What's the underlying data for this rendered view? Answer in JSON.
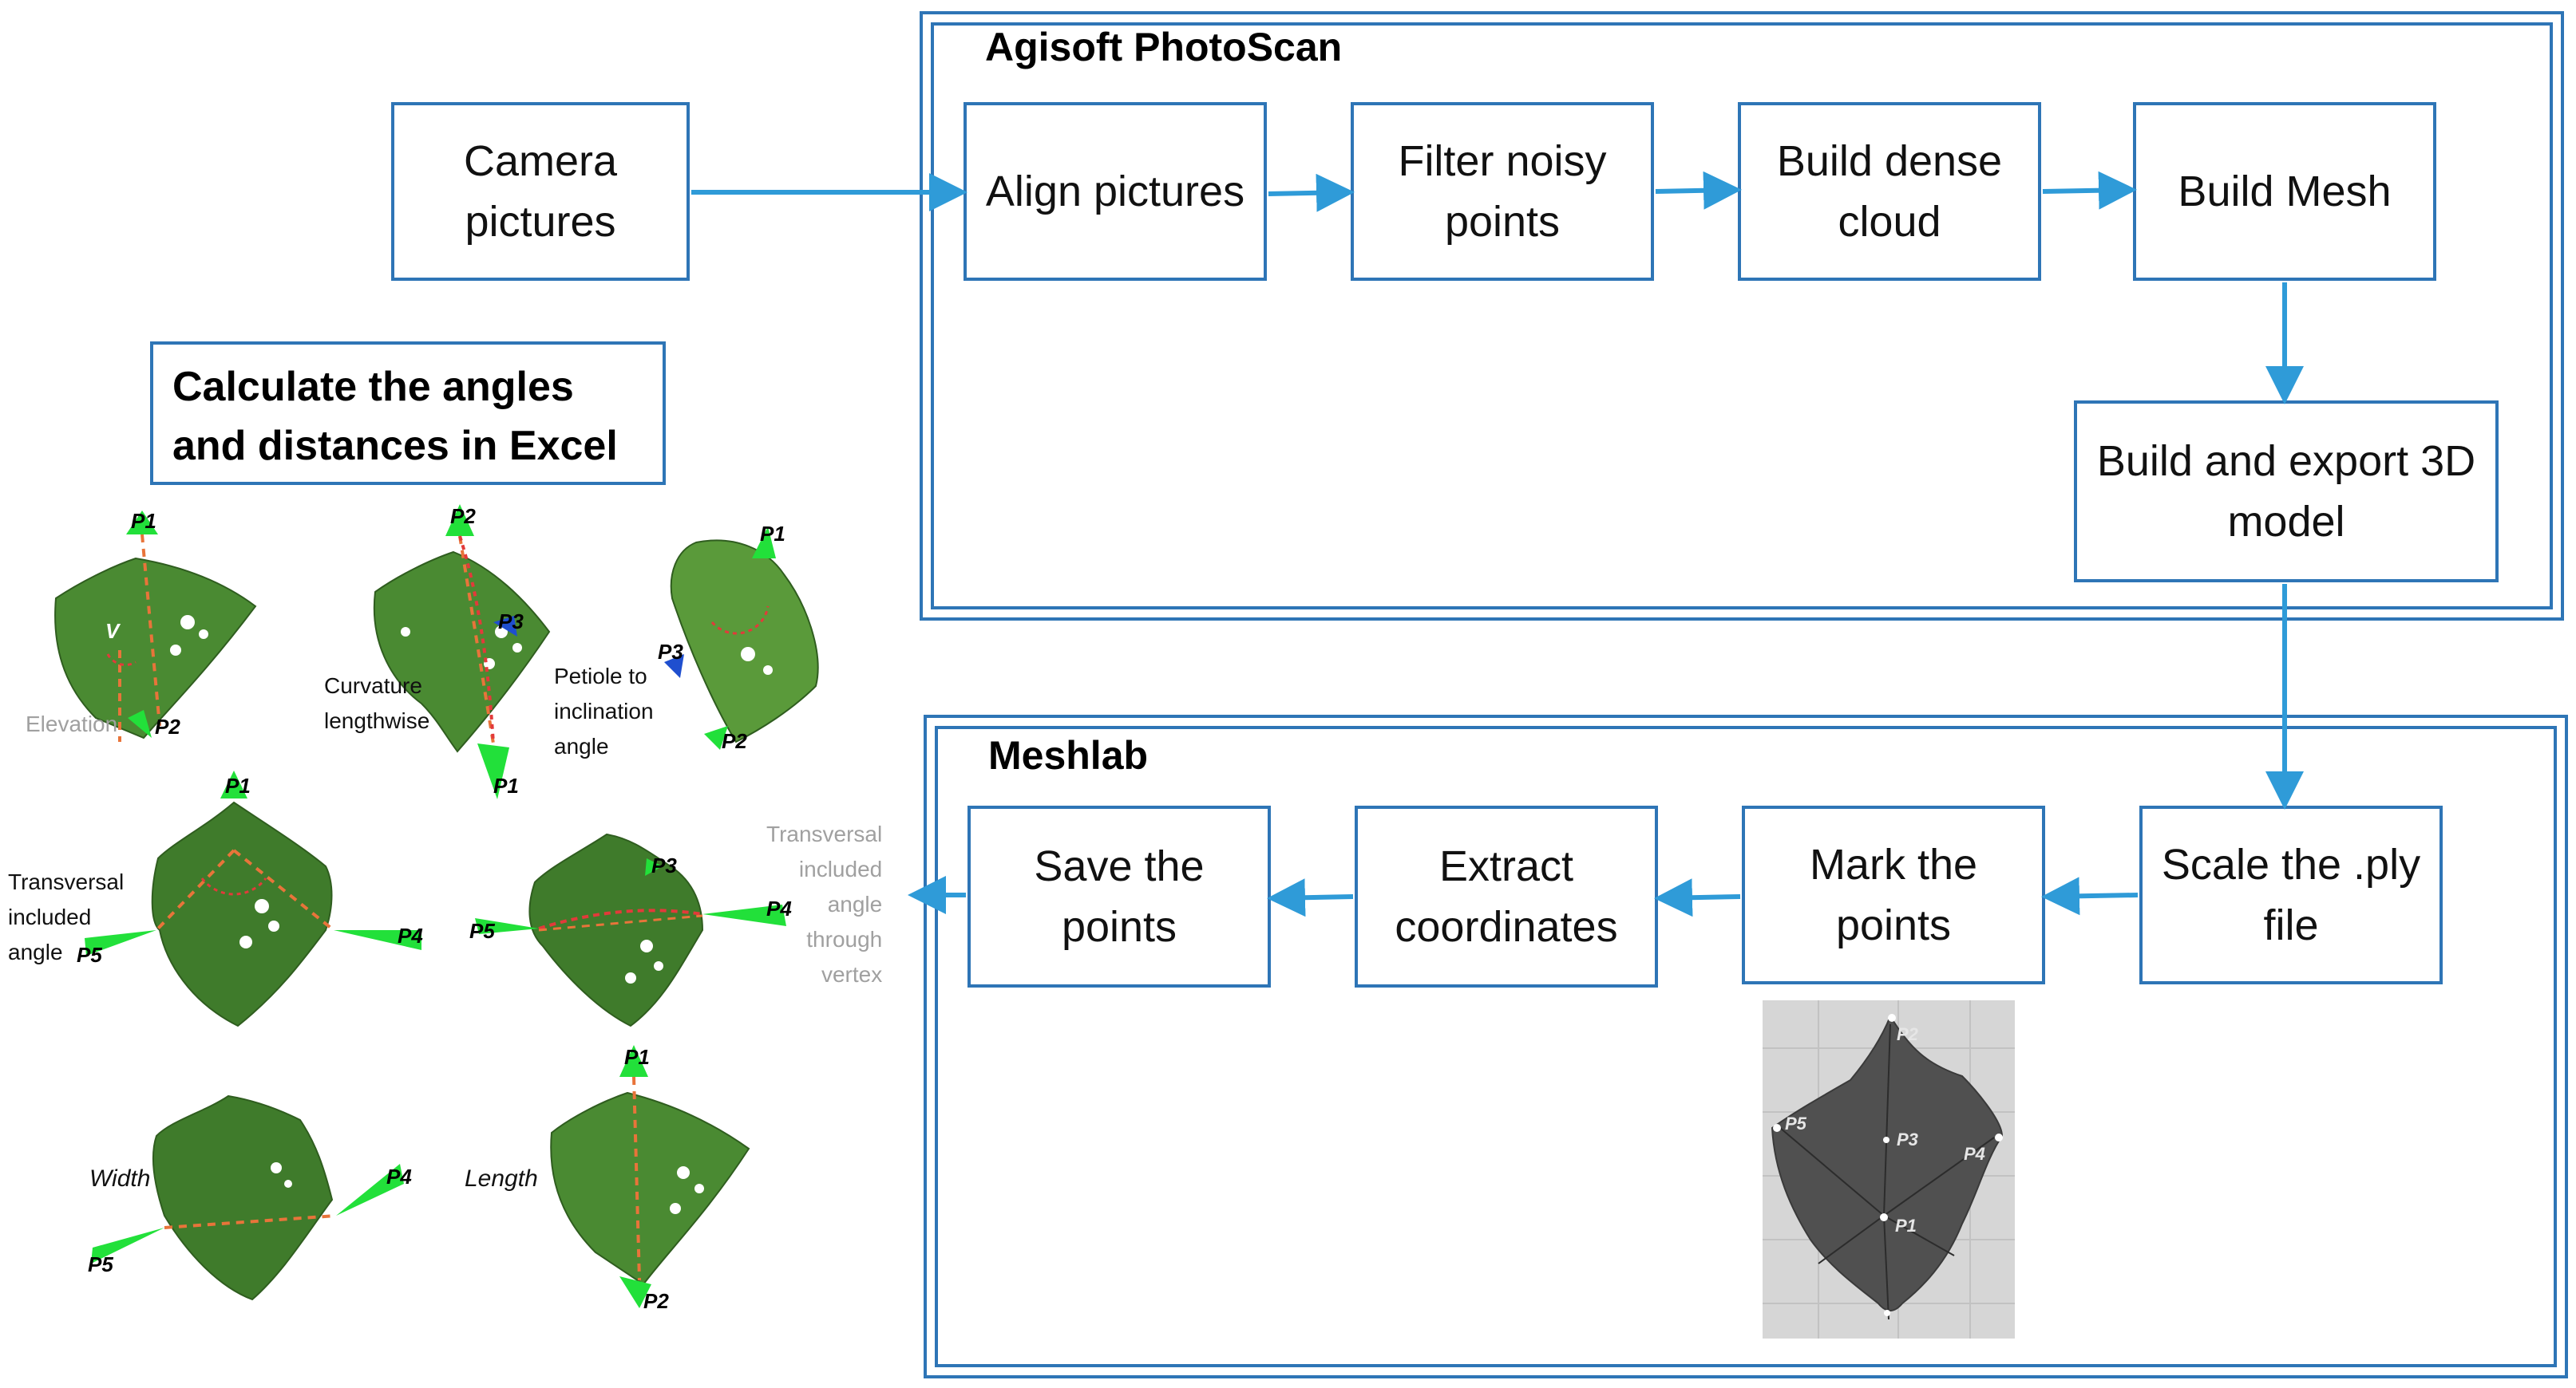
{
  "photoscan": {
    "title": "Agisoft PhotoScan"
  },
  "meshlab": {
    "title": "Meshlab"
  },
  "steps": {
    "camera": "Camera pictures",
    "align": "Align pictures",
    "filter": "Filter noisy points",
    "dense": "Build dense cloud",
    "mesh": "Build Mesh",
    "export": "Build and export 3D model",
    "scale": "Scale the .ply file",
    "mark": "Mark the points",
    "extract": "Extract coordinates",
    "save": "Save the points"
  },
  "excel": {
    "line1": "Calculate the angles",
    "line2": "and distances in Excel"
  },
  "captions": {
    "elevation": "Elevation",
    "curvature_1": "Curvature",
    "curvature_2": "lengthwise",
    "petiole_1": "Petiole to",
    "petiole_2": "inclination",
    "petiole_3": "angle",
    "transversal_1": "Transversal",
    "transversal_2": "included",
    "transversal_3": "angle",
    "vertex_1": "Transversal",
    "vertex_2": "included",
    "vertex_3": "angle",
    "vertex_4": "through",
    "vertex_5": "vertex",
    "width": "Width",
    "length": "Length"
  },
  "points": {
    "p1": "P1",
    "p2": "P2",
    "p3": "P3",
    "p4": "P4",
    "p5": "P5",
    "v": "V"
  },
  "colors": {
    "accent": "#2e75b6",
    "arrow": "#2f9bd8",
    "leaf": "#3f7b2b",
    "marker": "#22e03a",
    "guide": "#e8743a"
  }
}
